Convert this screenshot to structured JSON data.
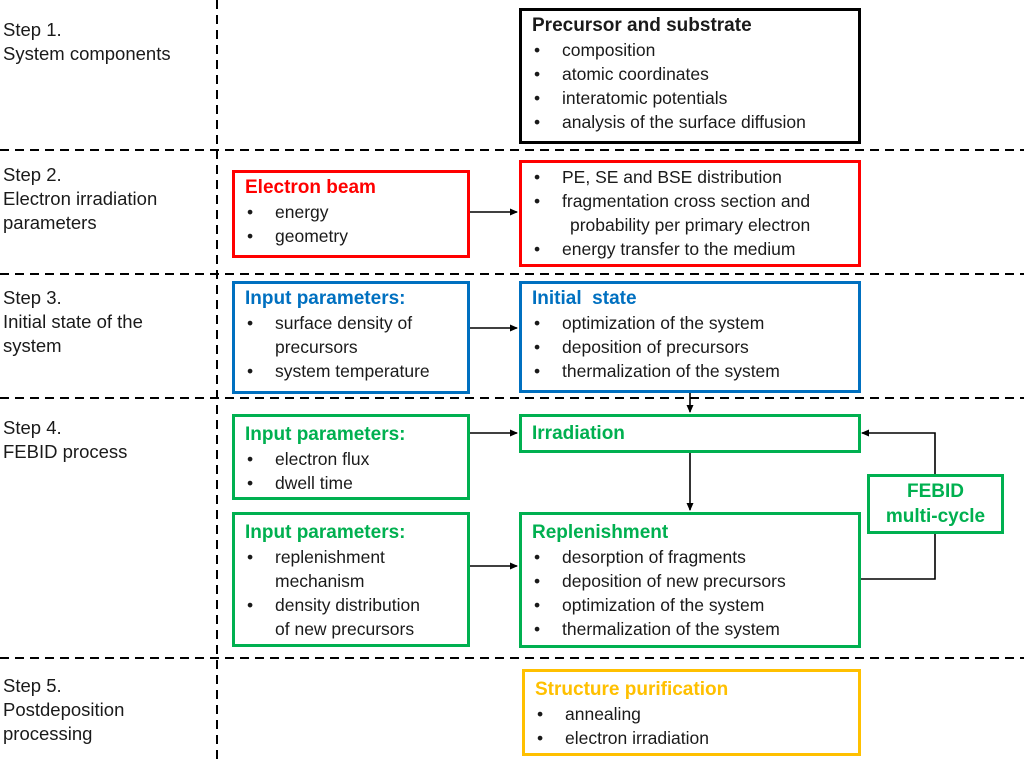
{
  "colors": {
    "system_components": "#000000",
    "electron_irradiation": "#ff0000",
    "initial_state": "#0070c0",
    "febid_process": "#00b050",
    "postdeposition": "#ffc000"
  },
  "steps": [
    {
      "title": "Step 1.",
      "lines": [
        "System components"
      ]
    },
    {
      "title": "Step 2.",
      "lines": [
        "Electron irradiation",
        "parameters"
      ]
    },
    {
      "title": "Step 3.",
      "lines": [
        "Initial state of the",
        "system"
      ]
    },
    {
      "title": "Step 4.",
      "lines": [
        "FEBID process"
      ]
    },
    {
      "title": "Step 5.",
      "lines": [
        "Postdeposition",
        "processing"
      ]
    }
  ],
  "boxes": {
    "precursor_substrate": {
      "title": "Precursor and substrate",
      "items": [
        "composition",
        "atomic coordinates",
        "interatomic potentials",
        "analysis of the surface diffusion"
      ]
    },
    "electron_beam": {
      "title": "Electron beam",
      "items": [
        "energy",
        "geometry"
      ]
    },
    "beam_outputs": {
      "items": [
        "PE, SE and BSE distribution",
        "fragmentation cross section and",
        "probability per primary electron",
        "energy transfer to the medium"
      ]
    },
    "initial_inputs": {
      "title": "Input parameters:",
      "items": [
        "surface density of",
        "precursors",
        "system temperature"
      ]
    },
    "initial_state": {
      "title": "Initial  state",
      "items": [
        "optimization of the system",
        "deposition of precursors",
        "thermalization of the system"
      ]
    },
    "irradiation_inputs": {
      "title": "Input parameters:",
      "items": [
        "electron flux",
        "dwell time"
      ]
    },
    "irradiation": {
      "title": "Irradiation"
    },
    "replenishment_inputs": {
      "title": "Input parameters:",
      "items": [
        "replenishment",
        "mechanism",
        "density distribution",
        "of new precursors"
      ]
    },
    "replenishment": {
      "title": "Replenishment",
      "items": [
        "desorption of fragments",
        "deposition of new precursors",
        "optimization of the system",
        "thermalization of the system"
      ]
    },
    "febid_cycle": {
      "lines": [
        "FEBID",
        "multi-cycle"
      ]
    },
    "purification": {
      "title": "Structure purification",
      "items": [
        "annealing",
        "electron irradiation"
      ]
    }
  }
}
